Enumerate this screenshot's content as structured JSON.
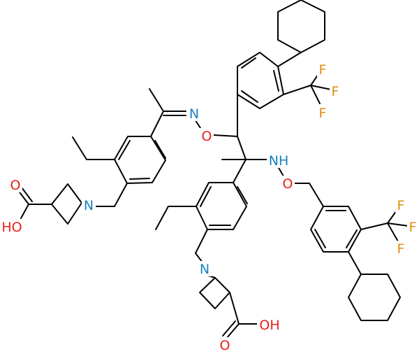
{
  "atoms": {
    "oxime_n": {
      "text": "N",
      "color": "#1a7fc1"
    },
    "oxime_o": {
      "text": "O",
      "color": "#e8211c"
    },
    "nh": {
      "text": "NH",
      "color": "#1a7fc1"
    },
    "nh_o": {
      "text": "O",
      "color": "#e8211c"
    },
    "azetidine_n_left": {
      "text": "N",
      "color": "#1a7fc1"
    },
    "azetidine_n_bottom": {
      "text": "N",
      "color": "#1a7fc1"
    },
    "acid_o_left": {
      "text": "O",
      "color": "#e8211c"
    },
    "acid_oh_left": {
      "text": "HO",
      "color": "#e8211c"
    },
    "acid_o_bottom": {
      "text": "O",
      "color": "#e8211c"
    },
    "acid_oh_bottom": {
      "text": "OH",
      "color": "#e8211c"
    },
    "f_top_1": {
      "text": "F",
      "color": "#e28c0e"
    },
    "f_top_2": {
      "text": "F",
      "color": "#e28c0e"
    },
    "f_top_3": {
      "text": "F",
      "color": "#e28c0e"
    },
    "f_right_1": {
      "text": "F",
      "color": "#e28c0e"
    },
    "f_right_2": {
      "text": "F",
      "color": "#e28c0e"
    },
    "f_right_3": {
      "text": "F",
      "color": "#e28c0e"
    }
  }
}
